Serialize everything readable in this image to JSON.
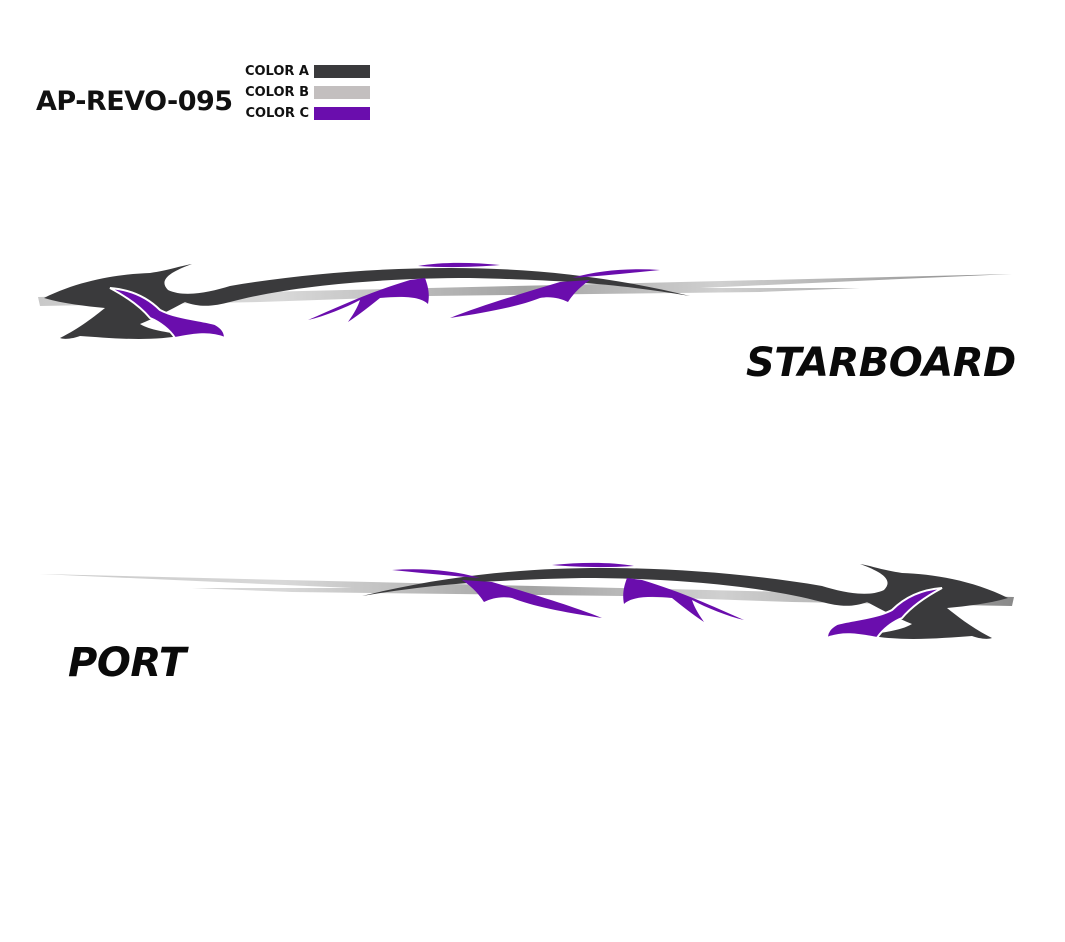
{
  "product": {
    "code": "AP-REVO-095"
  },
  "legend": {
    "items": [
      {
        "label": "COLOR A",
        "color": "#3a3a3c"
      },
      {
        "label": "COLOR B",
        "color": "#c3bfbf"
      },
      {
        "label": "COLOR C",
        "color": "#6a0dad"
      }
    ]
  },
  "views": {
    "starboard_label": "STARBOARD",
    "port_label": "PORT"
  },
  "palette": {
    "color_a": "#3a3a3c",
    "color_b": "#c3bfbf",
    "color_c": "#6a0dad"
  }
}
